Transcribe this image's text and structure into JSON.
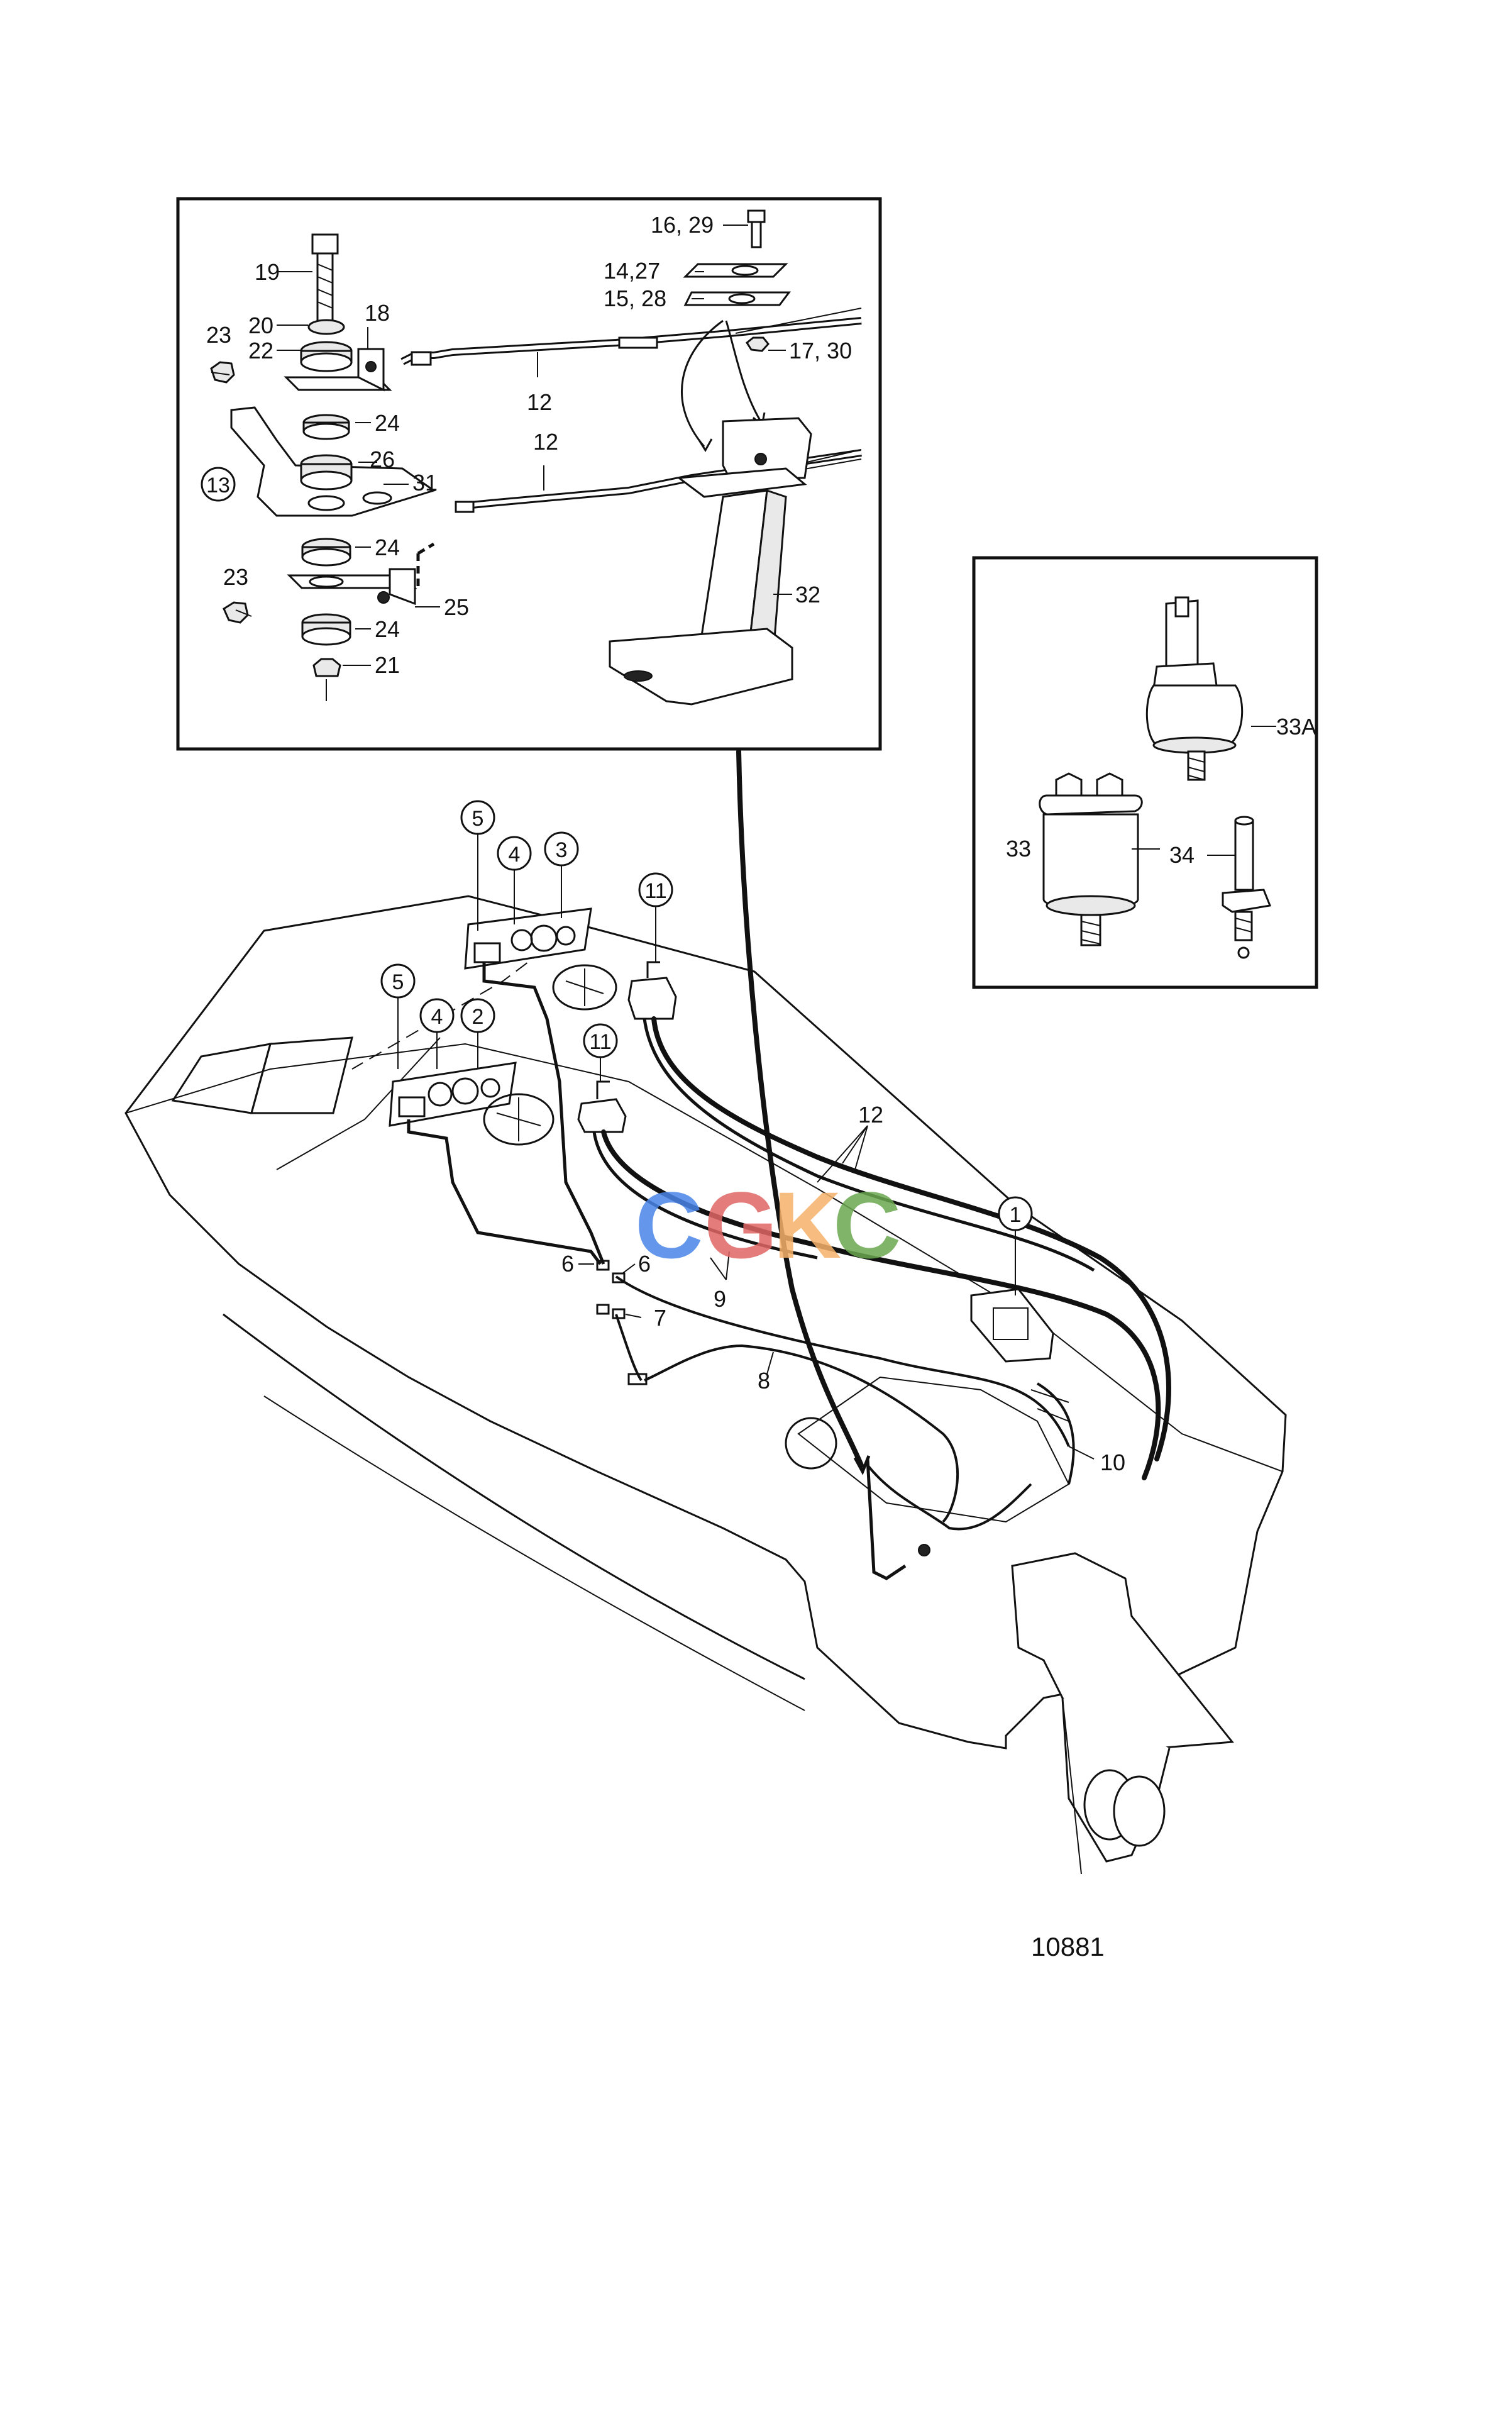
{
  "diagram": {
    "drawing_number": "10881",
    "watermark": {
      "letters": [
        "C",
        "G",
        "K",
        "C"
      ],
      "colors": [
        "#4a86e8",
        "#e06666",
        "#f6b26b",
        "#6aa84f"
      ]
    },
    "inset_mount_labels": {
      "l19": "19",
      "l20": "20",
      "l22": "22",
      "l18": "18",
      "l23a": "23",
      "l24a": "24",
      "l26": "26",
      "l31": "31",
      "l13": "13",
      "l24b": "24",
      "l23b": "23",
      "l25": "25",
      "l24c": "24",
      "l21": "21",
      "l12a": "12",
      "l12b": "12",
      "l16_29": "16, 29",
      "l14_27": "14,27",
      "l15_28": "15, 28",
      "l17_30": "17, 30",
      "l32": "32"
    },
    "inset_sensor_labels": {
      "l33A": "33A",
      "l33": "33",
      "l34": "34"
    },
    "boat_labels": {
      "c5a": "5",
      "c4a": "4",
      "c3": "3",
      "c11a": "11",
      "c5b": "5",
      "c4b": "4",
      "c2": "2",
      "c11b": "11",
      "c1": "1",
      "l12": "12",
      "l6a": "6",
      "l6b": "6",
      "l7": "7",
      "l9": "9",
      "l8": "8",
      "l10": "10"
    }
  }
}
